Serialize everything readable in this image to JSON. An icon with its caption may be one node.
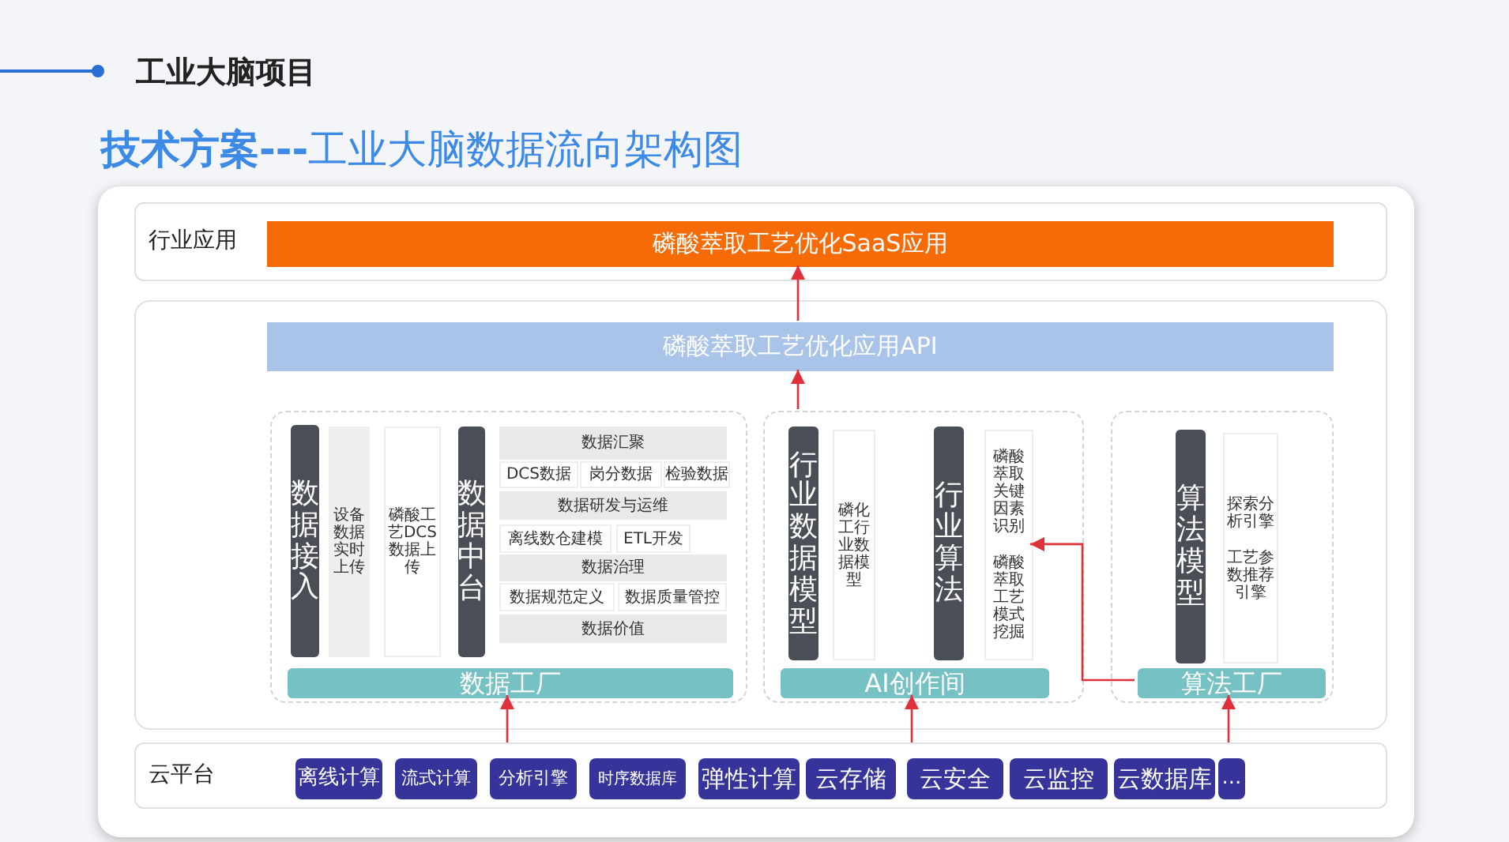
{
  "diagram": {
    "title": "**技术方案---**工业大脑数据流向架构图",
    "nodes": [
      {
        "text": [
          "行业应用"
        ]
      },
      {
        "text": [
          "磷酸萃取工艺优化SaaS应用"
        ],
        "in": 0
      },
      {
        "text": [],
        "shape": "box"
      },
      {
        "text": [
          "磷酸萃取工艺优化应用API"
        ],
        "in": 2
      },
      {
        "text": [],
        "shape": "box",
        "in": 2
      },
      {
        "text": [
          "数据接入"
        ],
        "in": 4
      },
      {
        "text": [
          "设备数据实时上传"
        ],
        "in": 4
      },
      {
        "text": [
          "磷酸工艺DCS数据上传"
        ],
        "in": 4
      },
      {
        "text": [
          "数据中台"
        ],
        "in": 4
      },
      {
        "text": [
          "数据汇聚"
        ],
        "in": 4
      },
      {
        "text": [
          "DCS数据"
        ],
        "in": 4
      },
      {
        "text": [
          "岗分数据"
        ],
        "in": 4
      },
      {
        "text": [
          "检验数据"
        ],
        "in": 4
      },
      {
        "text": [
          "数据研发与运维"
        ],
        "in": 4
      },
      {
        "text": [
          "离线数仓建模"
        ],
        "in": 4
      },
      {
        "text": [
          "ETL开发"
        ],
        "in": 4
      },
      {
        "text": [
          "数据治理"
        ],
        "in": 4
      },
      {
        "text": [
          "数据规范定义"
        ],
        "in": 4
      },
      {
        "text": [
          "数据质量管控"
        ],
        "in": 4
      },
      {
        "text": [
          "数据价值"
        ],
        "in": 4
      },
      {
        "text": [
          "数据工厂"
        ],
        "in": 4
      },
      {
        "text": [],
        "shape": "box",
        "in": 2
      },
      {
        "text": [
          "行业数据模型"
        ],
        "in": 21
      },
      {
        "text": [
          "磷化工行业数据模型"
        ],
        "in": 21
      },
      {
        "text": [
          "行业算法"
        ],
        "in": 21
      },
      {
        "text": [
          "磷酸萃取关键因素识别",
          "磷酸萃取工艺模式挖掘"
        ],
        "in": 21
      },
      {
        "text": [
          "AI创作间"
        ],
        "in": 21
      },
      {
        "text": [],
        "shape": "box",
        "in": 2
      },
      {
        "text": [
          "算法模型"
        ],
        "in": 27
      },
      {
        "text": [
          "探索分析引擎",
          "工艺参数推荐引擎"
        ],
        "in": 27
      },
      {
        "text": [
          "算法工厂"
        ],
        "in": 27
      },
      {
        "text": [
          "云平台"
        ]
      },
      {
        "text": [
          "离线计算"
        ],
        "in": 31
      },
      {
        "text": [
          "流式计算"
        ],
        "in": 31
      },
      {
        "text": [
          "分析引擎"
        ],
        "in": 31
      },
      {
        "text": [
          "时序数据库"
        ],
        "in": 31
      },
      {
        "text": [
          "弹性计算"
        ],
        "in": 31
      },
      {
        "text": [
          "云存储"
        ],
        "in": 31
      },
      {
        "text": [
          "云安全"
        ],
        "in": 31
      },
      {
        "text": [
          "云监控"
        ],
        "in": 31
      },
      {
        "text": [
          "云数据库"
        ],
        "in": 31
      },
      {
        "text": [
          "..."
        ],
        "in": 31
      }
    ],
    "edges": [
      {
        "from": 31,
        "to": 20,
        "arrow": "to"
      },
      {
        "from": 31,
        "to": 26,
        "arrow": "to"
      },
      {
        "from": 31,
        "to": 30,
        "arrow": "to"
      },
      {
        "from": 30,
        "to": 25,
        "arrow": "to"
      },
      {
        "from": 21,
        "to": 3,
        "arrow": "to"
      },
      {
        "from": 3,
        "to": 1,
        "arrow": "to"
      }
    ],
    "labels": [
      "工业大脑项目"
    ]
  }
}
